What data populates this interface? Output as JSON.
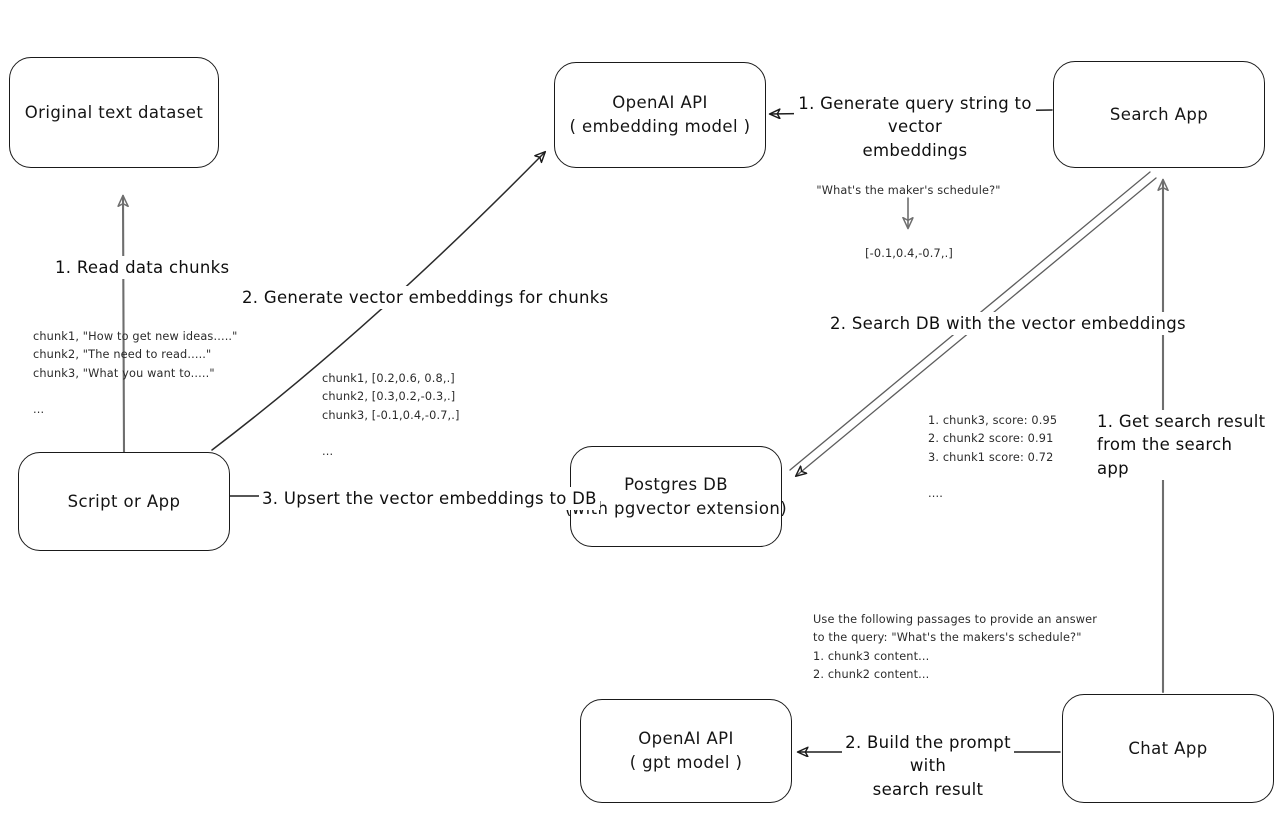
{
  "diagram": {
    "title": "Vector search RAG architecture (hand-drawn whiteboard diagram)",
    "background_color": "#ffffff",
    "stroke_color": "#1a1a1a",
    "gray_stroke_color": "#6e6e6e",
    "nodes": [
      {
        "id": "original-text-dataset",
        "line1": "Original text dataset",
        "line2": ""
      },
      {
        "id": "openai-api-embedding",
        "line1": "OpenAI API",
        "line2": "( embedding model )"
      },
      {
        "id": "search-app",
        "line1": "Search App",
        "line2": ""
      },
      {
        "id": "script-or-app",
        "line1": "Script or App",
        "line2": ""
      },
      {
        "id": "postgres-db",
        "line1": "Postgres DB",
        "line2": "(with pgvector extension)"
      },
      {
        "id": "openai-api-gpt",
        "line1": "OpenAI API",
        "line2": "( gpt model )"
      },
      {
        "id": "chat-app",
        "line1": "Chat App",
        "line2": ""
      }
    ],
    "edge_labels": [
      {
        "id": "read-data-chunks",
        "text": "1. Read data chunks"
      },
      {
        "id": "generate-vector-embeddings",
        "text": "2. Generate vector embeddings for chunks"
      },
      {
        "id": "upsert-vector-embeddings",
        "text": "3. Upsert the vector embeddings  to DB"
      },
      {
        "id": "generate-query-string",
        "text": "1. Generate query string to vector\nembeddings"
      },
      {
        "id": "search-db-with-embeddings",
        "text": "2. Search DB with the vector embeddings"
      },
      {
        "id": "get-search-result",
        "text": "1. Get search result\nfrom the search app"
      },
      {
        "id": "build-the-prompt",
        "text": "2. Build the prompt with\nsearch result"
      }
    ],
    "notes": [
      {
        "id": "chunks-note",
        "text": "chunk1, \"How to get new ideas.....\"\nchunk2, \"The need to read.....\"\nchunk3, \"What you want to.....\"\n\n..."
      },
      {
        "id": "embeddings-note",
        "text": "chunk1, [0.2,0.6, 0.8,.]\nchunk2, [0.3,0.2,-0.3,.]\nchunk3, [-0.1,0.4,-0.7,.]\n\n..."
      },
      {
        "id": "query-string-note",
        "text": "\"What's the maker's schedule?\""
      },
      {
        "id": "query-vector-note",
        "text": "[-0.1,0.4,-0.7,.]"
      },
      {
        "id": "search-results-note",
        "text": "1. chunk3, score: 0.95\n2. chunk2 score: 0.91\n3. chunk1 score: 0.72\n\n...."
      },
      {
        "id": "prompt-note",
        "text": "Use the following passages to provide an answer\nto the query: \"What's the makers's schedule?\"\n1. chunk3 content...\n2. chunk2 content..."
      }
    ]
  }
}
